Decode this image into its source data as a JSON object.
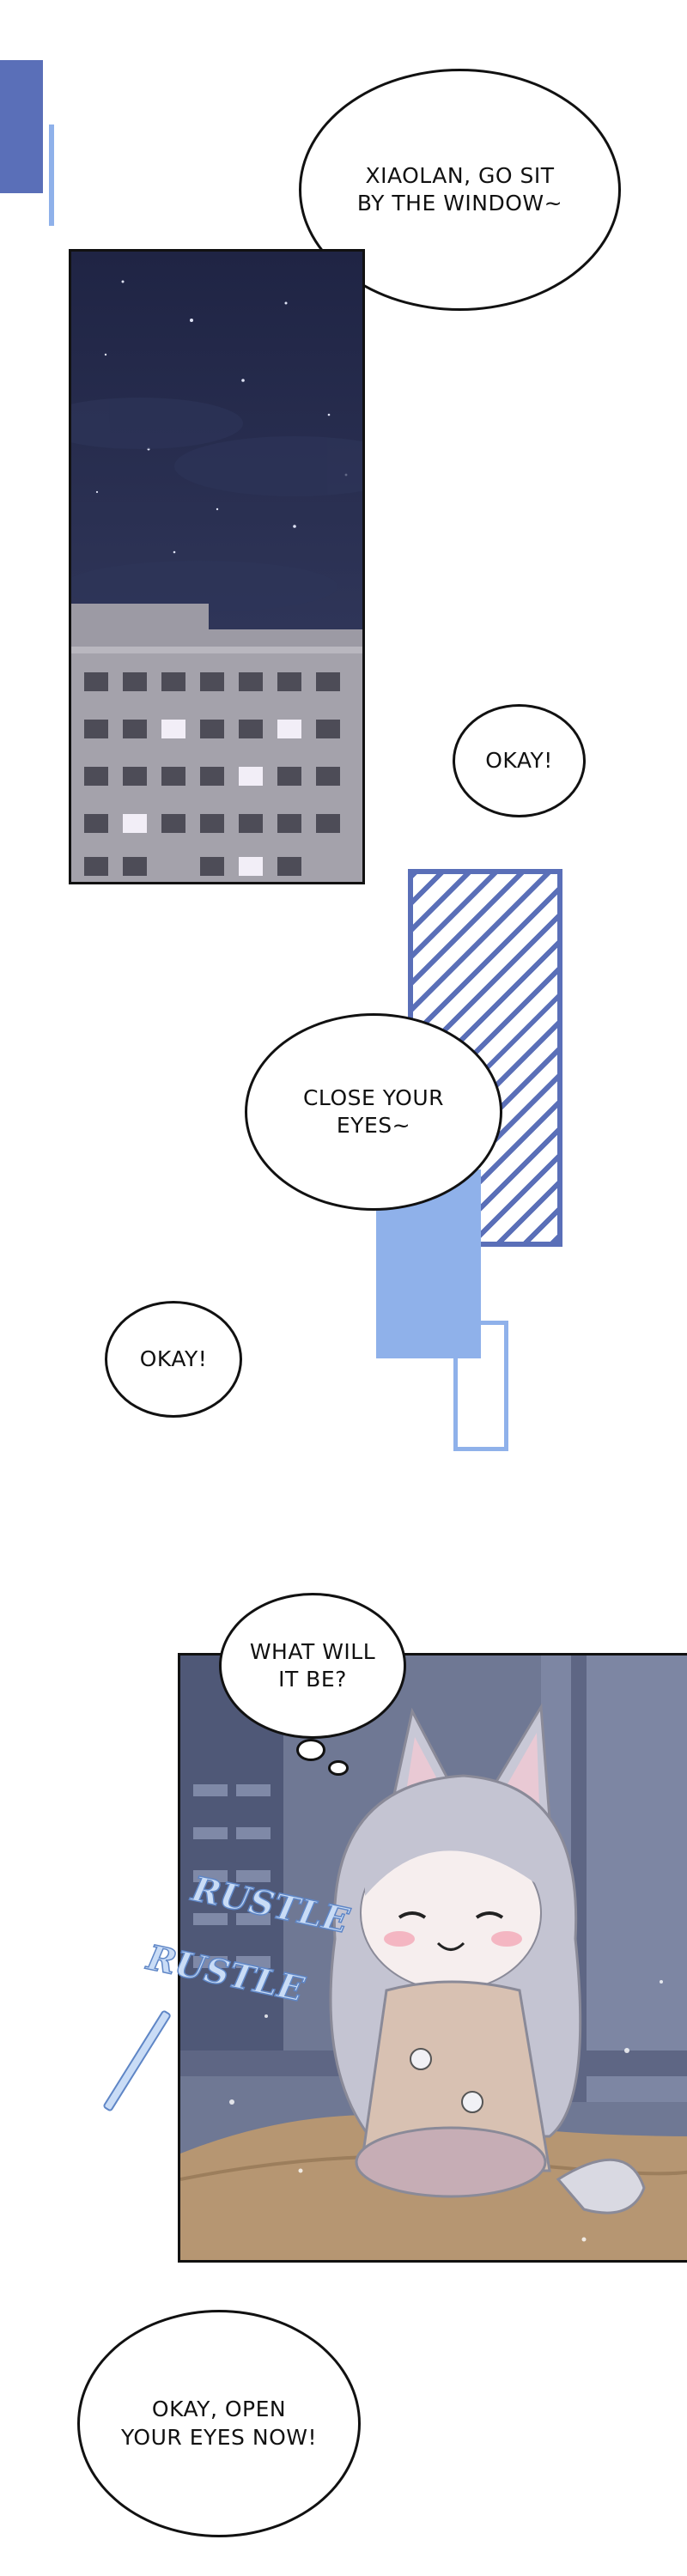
{
  "bubbles": {
    "b1": "XIAOLAN, GO SIT\nBY THE WINDOW~",
    "b2": "OKAY!",
    "b3": "CLOSE YOUR\nEYES~",
    "b4": "OKAY!",
    "b5": "WHAT WILL\nIT BE?",
    "b6": "OKAY, OPEN\nYOUR EYES NOW!"
  },
  "sfx": {
    "s1": "RUSTLE",
    "s2": "RUSTLE"
  },
  "colors": {
    "accent_dark": "#5a6fb8",
    "accent_light": "#8fb1ea",
    "night_sky": "#22294a",
    "building": "#a4a2ab",
    "interior": "#6d7590",
    "blanket": "#b69672"
  }
}
